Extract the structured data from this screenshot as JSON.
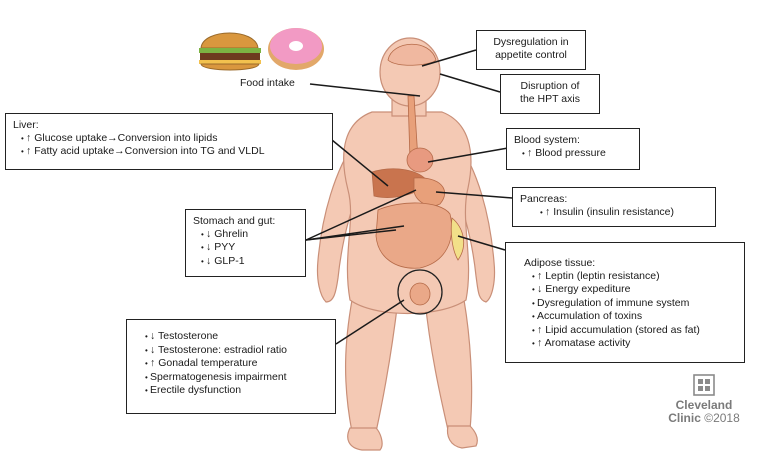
{
  "labels": {
    "food_intake": "Food intake",
    "appetite": [
      "Dysregulation in",
      "appetite control"
    ],
    "hpt": [
      "Disruption of",
      "the HPT axis"
    ]
  },
  "liver": {
    "title": "Liver:",
    "items": [
      "↑ Glucose uptake→Conversion into lipids",
      "↑ Fatty acid uptake→Conversion into TG and VLDL"
    ]
  },
  "blood": {
    "title": "Blood system:",
    "items": [
      "↑ Blood pressure"
    ]
  },
  "pancreas": {
    "title": "Pancreas:",
    "items": [
      "↑ Insulin (insulin resistance)"
    ]
  },
  "stomach": {
    "title": "Stomach and gut:",
    "items": [
      "↓ Ghrelin",
      "↓ PYY",
      "↓ GLP-1"
    ]
  },
  "adipose": {
    "title": "Adipose tissue:",
    "items": [
      "↑ Leptin (leptin resistance)",
      "↓ Energy expediture",
      "Dysregulation of immune system",
      "Accumulation of toxins",
      "↑ Lipid accumulation (stored as fat)",
      "↑ Aromatase activity"
    ]
  },
  "reproductive": {
    "items": [
      "↓ Testosterone",
      "↓ Testosterone: estradiol ratio",
      "↑ Gonadal temperature",
      "Spermatogenesis impairment",
      "Erectile dysfunction"
    ]
  },
  "logo": {
    "line1": "Cleveland",
    "line2": "Clinic",
    "copyright": "©2018"
  },
  "colors": {
    "skin": "#f4c9b4",
    "skin_outline": "#c98f78",
    "organ": "#e8a07a",
    "liver": "#c9744e",
    "adipose": "#f2e089",
    "burger_bun": "#d9973e",
    "donut": "#f29ac4"
  }
}
